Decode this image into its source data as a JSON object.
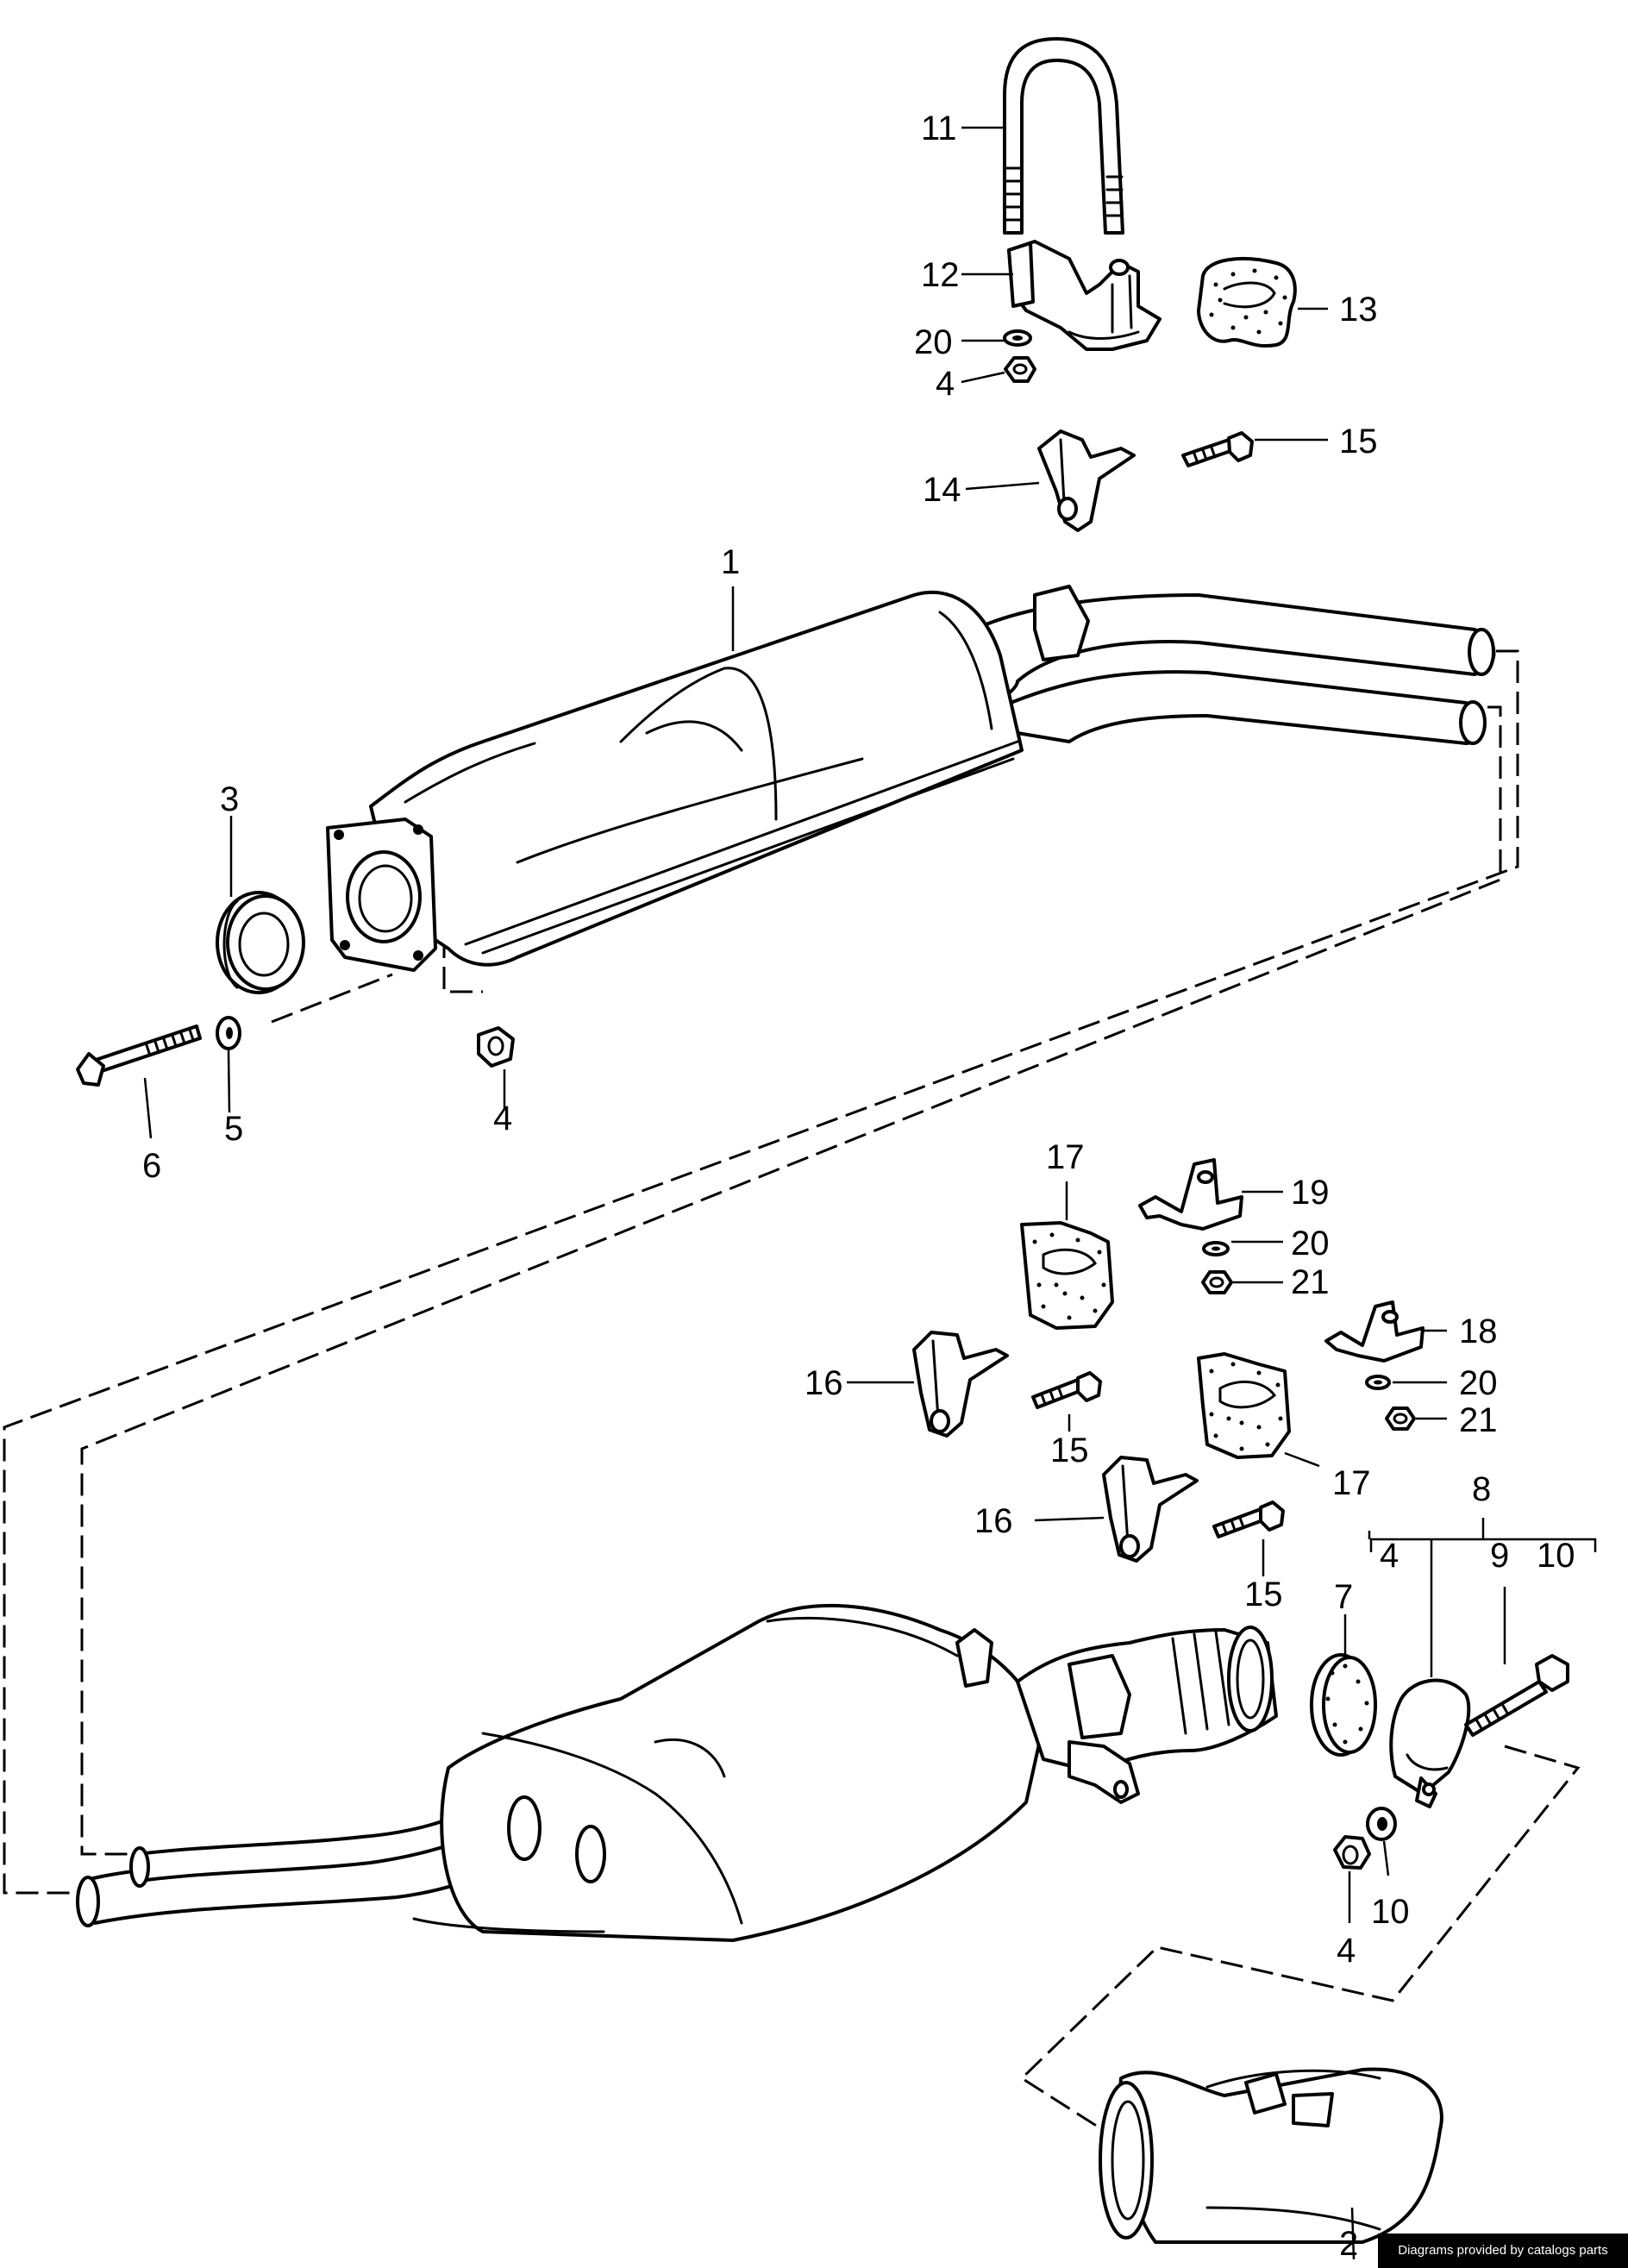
{
  "diagram": {
    "labels": [
      {
        "id": "l1",
        "text": "1"
      },
      {
        "id": "l2",
        "text": "2"
      },
      {
        "id": "l3",
        "text": "3"
      },
      {
        "id": "l4a",
        "text": "4"
      },
      {
        "id": "l4b",
        "text": "4"
      },
      {
        "id": "l4c",
        "text": "4"
      },
      {
        "id": "l4d",
        "text": "4"
      },
      {
        "id": "l5",
        "text": "5"
      },
      {
        "id": "l6",
        "text": "6"
      },
      {
        "id": "l7",
        "text": "7"
      },
      {
        "id": "l8",
        "text": "8"
      },
      {
        "id": "l9",
        "text": "9"
      },
      {
        "id": "l10a",
        "text": "10"
      },
      {
        "id": "l10b",
        "text": "10"
      },
      {
        "id": "l11",
        "text": "11"
      },
      {
        "id": "l12",
        "text": "12"
      },
      {
        "id": "l13",
        "text": "13"
      },
      {
        "id": "l14",
        "text": "14"
      },
      {
        "id": "l15a",
        "text": "15"
      },
      {
        "id": "l15b",
        "text": "15"
      },
      {
        "id": "l15c",
        "text": "15"
      },
      {
        "id": "l16a",
        "text": "16"
      },
      {
        "id": "l16b",
        "text": "16"
      },
      {
        "id": "l17a",
        "text": "17"
      },
      {
        "id": "l17b",
        "text": "17"
      },
      {
        "id": "l18",
        "text": "18"
      },
      {
        "id": "l19",
        "text": "19"
      },
      {
        "id": "l20a",
        "text": "20"
      },
      {
        "id": "l20b",
        "text": "20"
      },
      {
        "id": "l20c",
        "text": "20"
      },
      {
        "id": "l21a",
        "text": "21"
      },
      {
        "id": "l21b",
        "text": "21"
      }
    ]
  },
  "footer": {
    "credit": "Diagrams provided by catalogs parts"
  }
}
